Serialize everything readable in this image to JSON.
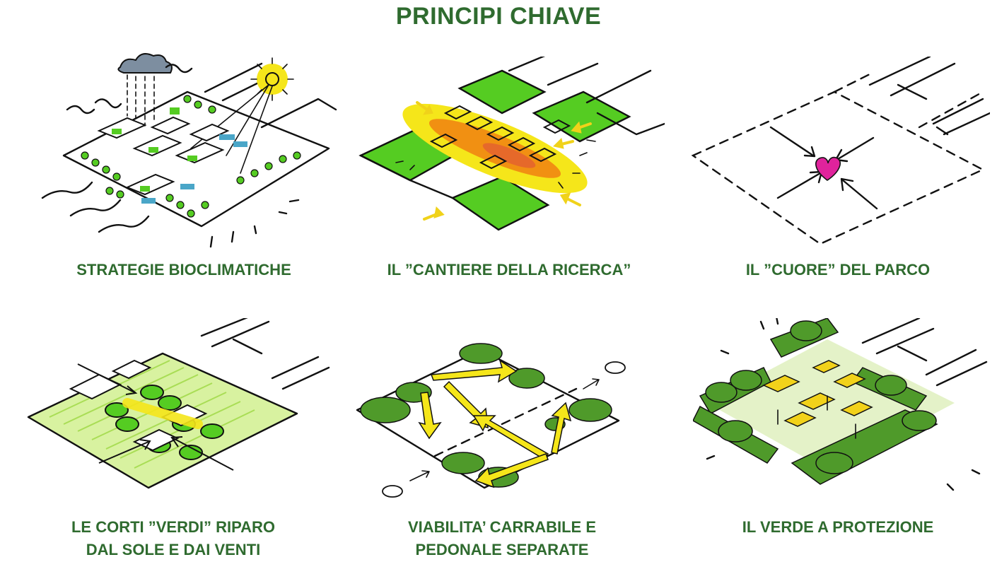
{
  "title": "PRINCIPI CHIAVE",
  "colors": {
    "title_green": "#2f6b2f",
    "bright_green": "#55cc22",
    "yellow": "#f2e21a",
    "orange": "#f07a10",
    "heart_magenta": "#e0239c",
    "tree_green": "#3d8a1e",
    "water_blue": "#4aa6c8"
  },
  "panels": [
    {
      "caption_lines": [
        "STRATEGIE BIOCLIMATICHE"
      ],
      "icon": "bioclimatic-sketch-icon"
    },
    {
      "caption_lines": [
        "IL ”CANTIERE DELLA RICERCA”"
      ],
      "icon": "research-site-sketch-icon"
    },
    {
      "caption_lines": [
        "IL ”CUORE” DEL PARCO"
      ],
      "icon": "park-heart-sketch-icon"
    },
    {
      "caption_lines": [
        "LE CORTI ”VERDI” RIPARO",
        "DAL SOLE E DAI  VENTI"
      ],
      "icon": "green-courtyards-sketch-icon"
    },
    {
      "caption_lines": [
        "VIABILITA’ CARRABILE E",
        "PEDONALE SEPARATE"
      ],
      "icon": "separate-circulation-sketch-icon"
    },
    {
      "caption_lines": [
        "IL VERDE A PROTEZIONE"
      ],
      "icon": "protective-green-sketch-icon"
    }
  ]
}
